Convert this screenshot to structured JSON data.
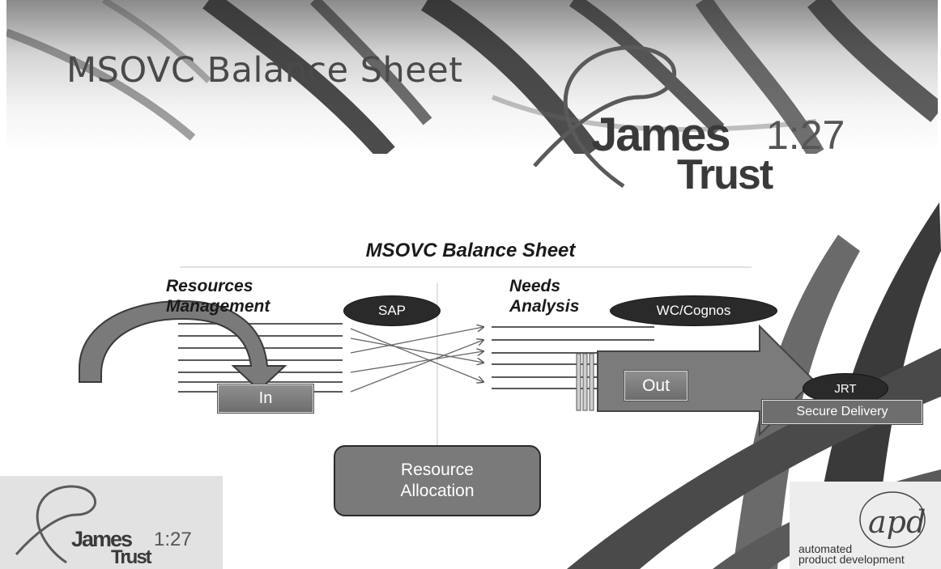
{
  "header": {
    "title": "MSOVC Balance Sheet",
    "logo": {
      "word1": "James",
      "number": "1:27",
      "word2": "Trust"
    }
  },
  "diagram": {
    "title": "MSOVC Balance Sheet",
    "left_heading": [
      "Resources",
      "Management"
    ],
    "right_heading": [
      "Needs",
      "Analysis"
    ],
    "sap_label": "SAP",
    "wc_label": "WC/Cognos",
    "in_label": "In",
    "out_label": "Out",
    "jrt_label": "JRT",
    "secure_delivery_label": "Secure Delivery",
    "resource_allocation_label": [
      "Resource",
      "Allocation"
    ]
  },
  "footer": {
    "left_logo": {
      "word1": "James",
      "number": "1:27",
      "word2": "Trust"
    },
    "right_logo": {
      "mark": "apd",
      "caption": [
        "automated",
        "product development"
      ]
    }
  },
  "colors": {
    "background": "#ffffff",
    "dark": "#2a2a2a",
    "mid_gray": "#7a7a7a",
    "title_gray": "#4a4a4a"
  }
}
